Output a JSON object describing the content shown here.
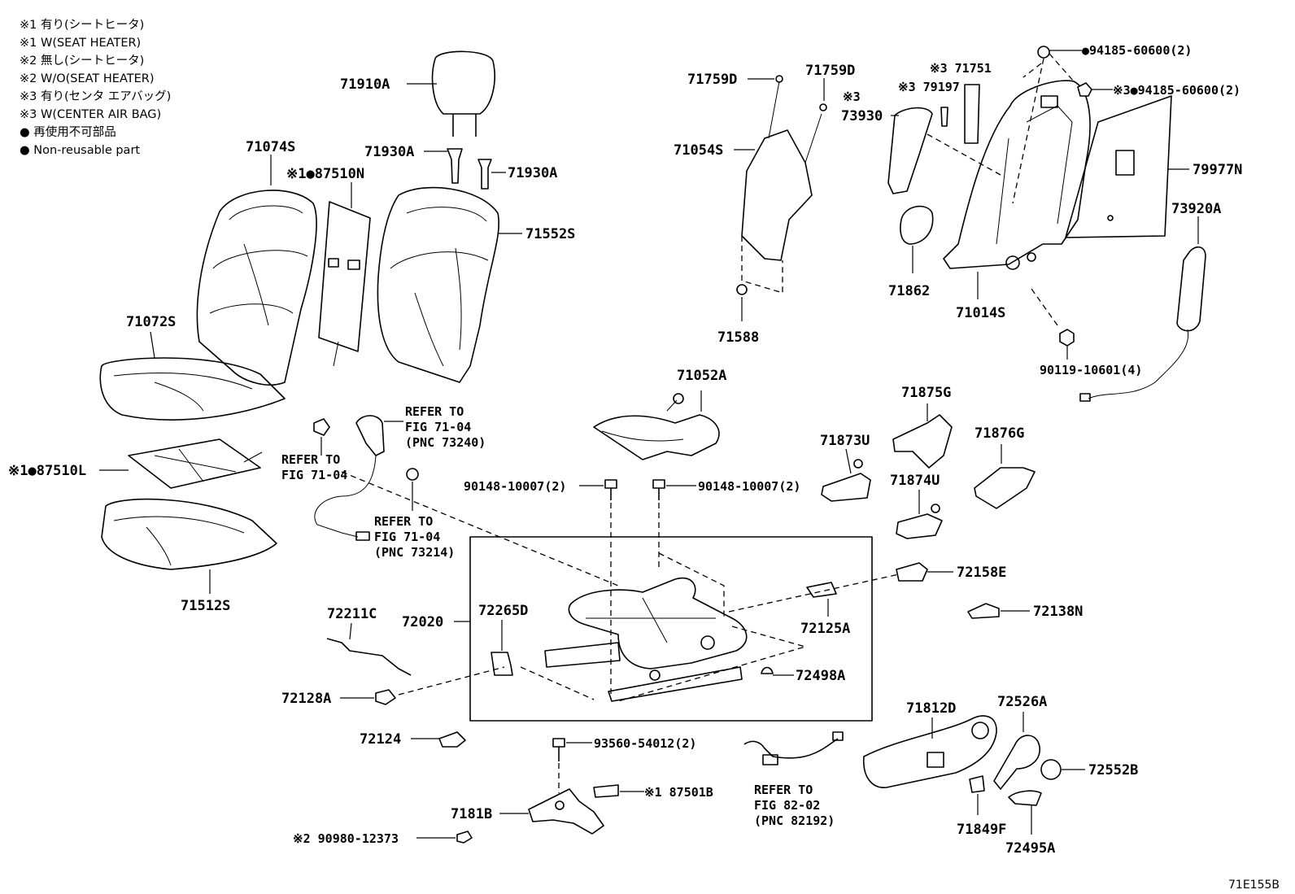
{
  "legend": [
    {
      "text": "※1 有り(シートヒータ)"
    },
    {
      "text": "※1 W(SEAT HEATER)"
    },
    {
      "text": "※2 無し(シートヒータ)"
    },
    {
      "text": "※2 W/O(SEAT HEATER)"
    },
    {
      "text": "※3 有り(センタ エアバッグ)"
    },
    {
      "text": "※3 W(CENTER AIR BAG)"
    },
    {
      "text": "● 再使用不可部品"
    },
    {
      "text": "● Non-reusable part"
    }
  ],
  "labels": {
    "p71910A": "71910A",
    "p71074S": "71074S",
    "p71930A_1": "71930A",
    "p71930A_2": "71930A",
    "p87510N": "※1●87510N",
    "p71552S": "71552S",
    "p71072S": "71072S",
    "p87510L": "※1●87510L",
    "p71512S": "71512S",
    "p71759D_1": "71759D",
    "p71759D_2": "71759D",
    "p71054S": "71054S",
    "p71588": "71588",
    "p71751": "※3 71751",
    "p79197": "※3 79197",
    "p73930_note": "※3",
    "p73930": "73930",
    "p94185_1": "●94185-60600(2)",
    "p94185_2": "※3●94185-60600(2)",
    "p79977N": "79977N",
    "p73920A": "73920A",
    "p71862": "71862",
    "p71014S": "71014S",
    "p90119": "90119-10601(4)",
    "p71052A": "71052A",
    "p71875G": "71875G",
    "p71873U": "71873U",
    "p71876G": "71876G",
    "p71874U": "71874U",
    "p90148_1": "90148-10007(2)",
    "p90148_2": "90148-10007(2)",
    "p72158E": "72158E",
    "p72138N": "72138N",
    "p72125A": "72125A",
    "p72211C": "72211C",
    "p72020": "72020",
    "p72265D": "72265D",
    "p72498A": "72498A",
    "p72128A": "72128A",
    "p72124": "72124",
    "p93560": "93560-54012(2)",
    "p87501B": "※1 87501B",
    "p7181B": "7181B",
    "p90980": "※2 90980-12373",
    "p71812D": "71812D",
    "p72526A": "72526A",
    "p72552B": "72552B",
    "p71849F": "71849F",
    "p72495A": "72495A"
  },
  "refs": {
    "refA_1": "REFER TO",
    "refA_2": "FIG 71-04",
    "refB_1": "REFER TO",
    "refB_2": "FIG 71-04",
    "refB_3": "(PNC 73240)",
    "refC_1": "REFER TO",
    "refC_2": "FIG 71-04",
    "refC_3": "(PNC 73214)",
    "refD_1": "REFER TO",
    "refD_2": "FIG 82-02",
    "refD_3": "(PNC 82192)"
  },
  "figure_code": "71E155B"
}
